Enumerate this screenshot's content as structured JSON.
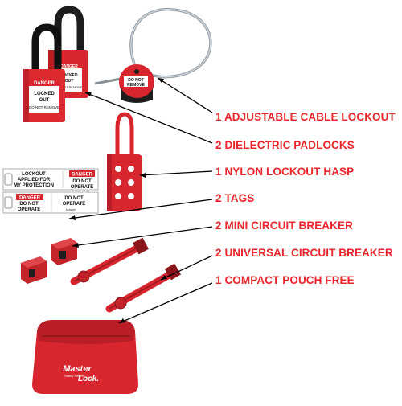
{
  "colors": {
    "label_red": "#e8262b",
    "product_red": "#d7262e",
    "leader_line": "#000000"
  },
  "items": [
    {
      "label": "1 ADJUSTABLE CABLE LOCKOUT"
    },
    {
      "label": "2 DIELECTRIC PADLOCKS"
    },
    {
      "label": "1 NYLON LOCKOUT HASP"
    },
    {
      "label": "2 TAGS"
    },
    {
      "label": "2 MINI CIRCUIT BREAKER"
    },
    {
      "label": "2 UNIVERSAL CIRCUIT BREAKER"
    },
    {
      "label": "1 COMPACT POUCH FREE"
    }
  ],
  "padlock": {
    "danger": "DANGER",
    "line1": "LOCKED",
    "line2": "OUT",
    "line3": "DO NOT REMOVE"
  },
  "cable_lock": {
    "line1": "DO NOT",
    "line2": "REMOVE"
  },
  "tag1": {
    "left_line1": "LOCKOUT",
    "left_line2": "APPLIED FOR",
    "left_line3": "MY PROTECTION",
    "danger": "DANGER",
    "right_line1": "DO NOT",
    "right_line2": "OPERATE"
  },
  "tag2": {
    "danger": "DANGER",
    "left_line1": "DO NOT",
    "left_line2": "OPERATE",
    "right_line1": "DO NOT",
    "right_line2": "OPERATE",
    "brand": "Master"
  },
  "pouch": {
    "brand_line1": "Master",
    "brand_line2": "Safety Series",
    "brand_line3": "Lock."
  }
}
